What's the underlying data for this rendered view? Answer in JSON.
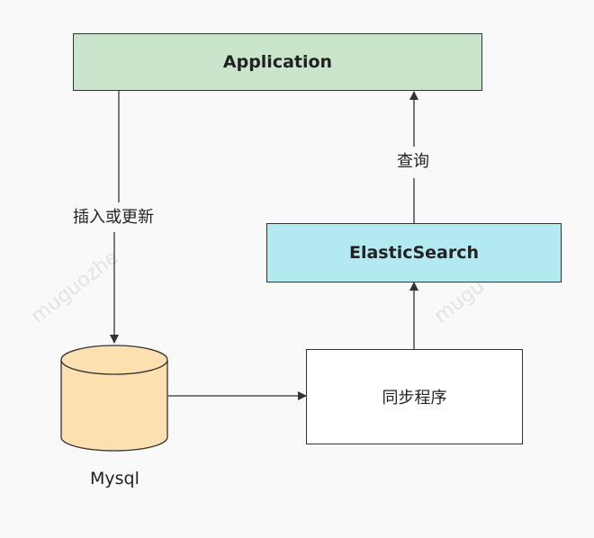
{
  "nodes": {
    "application": {
      "label": "Application",
      "fill": "#c9e5cb"
    },
    "elasticsearch": {
      "label": "ElasticSearch",
      "fill": "#b3e9f1"
    },
    "sync": {
      "label": "同步程序",
      "fill": "#ffffff"
    },
    "mysql": {
      "label": "Mysql",
      "fill": "#fce0b0"
    }
  },
  "edges": {
    "insert_update": "插入或更新",
    "query": "查询"
  },
  "watermark": {
    "text_left": "muguozhe",
    "text_right": "mugu          ng"
  },
  "colors": {
    "stroke": "#333333",
    "background": "#f9f9f9"
  }
}
